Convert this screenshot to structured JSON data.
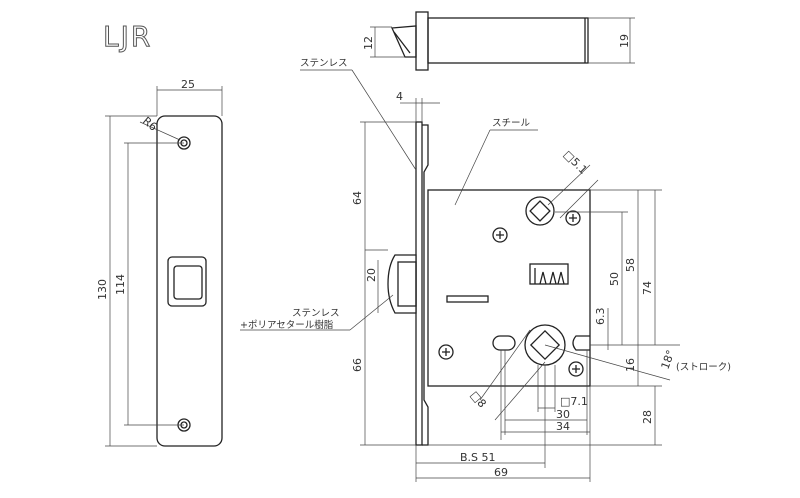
{
  "title": "LJR",
  "front_view": {
    "width": "25",
    "height": "130",
    "hole_pitch": "114",
    "radius": "R6"
  },
  "top_view": {
    "latch_height": "12",
    "case_thickness": "19"
  },
  "materials": {
    "faceplate": "ステンレス",
    "case": "スチール",
    "latch_line1": "ステンレス",
    "latch_line2": "+ポリアセタール樹脂"
  },
  "side_view": {
    "faceplate_thickness": "4",
    "upper": "64",
    "lower": "66",
    "latch": "20",
    "cylinder_square": "□5.1",
    "dim_50": "50",
    "dim_58": "58",
    "dim_74": "74",
    "dim_6_3": "6.3",
    "dim_16": "16",
    "dim_28": "28",
    "angle": "18°",
    "stroke_label": "(ストローク)",
    "spindle_square": "□8",
    "spindle_inner": "□7.1",
    "dim_30": "30",
    "dim_34": "34",
    "backset": "B.S 51",
    "depth": "69"
  }
}
